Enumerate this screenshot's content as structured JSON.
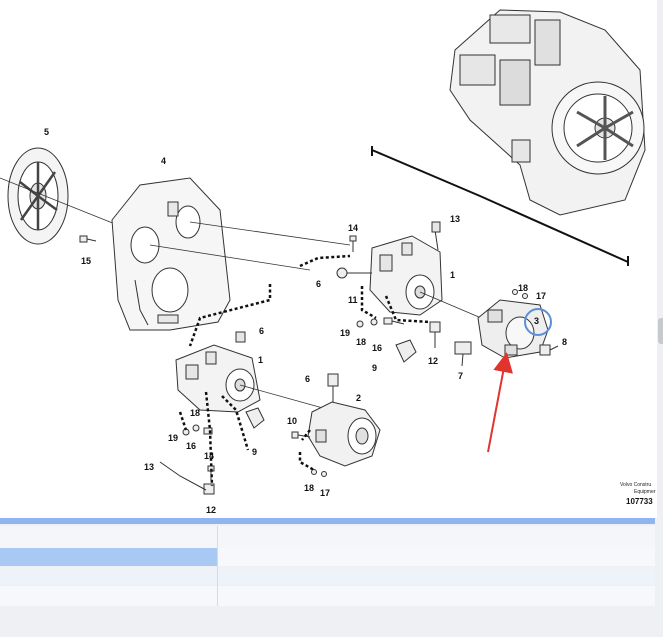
{
  "callouts": {
    "c5": "5",
    "c4": "4",
    "c15": "15",
    "c13a": "13",
    "c14a": "14",
    "c1a": "1",
    "c6a": "6",
    "c11": "11",
    "c19a": "19",
    "c18a": "18",
    "c16a": "16",
    "c12a": "12",
    "c9a": "9",
    "c18b": "18",
    "c17a": "17",
    "c3": "3",
    "c8": "8",
    "c7": "7",
    "c6b": "6",
    "c1b": "1",
    "c18c": "18",
    "c16b": "16",
    "c19b": "19",
    "c14b": "14",
    "c9b": "9",
    "c13b": "13",
    "c12b": "12",
    "c6c": "6",
    "c10": "10",
    "c2": "2",
    "c18d": "18",
    "c17b": "17"
  },
  "credit": {
    "line1": "Volvo Constru",
    "line2": "Equipmer",
    "number": "107733"
  },
  "colors": {
    "highlight_circle": "#5b8fd6",
    "arrow": "#e0342d",
    "table_header": "#8fb4ee",
    "selected_cell": "#a9c9f5"
  },
  "icons": {
    "highlight": "highlight-circle-icon",
    "pointer": "red-arrow-icon"
  }
}
